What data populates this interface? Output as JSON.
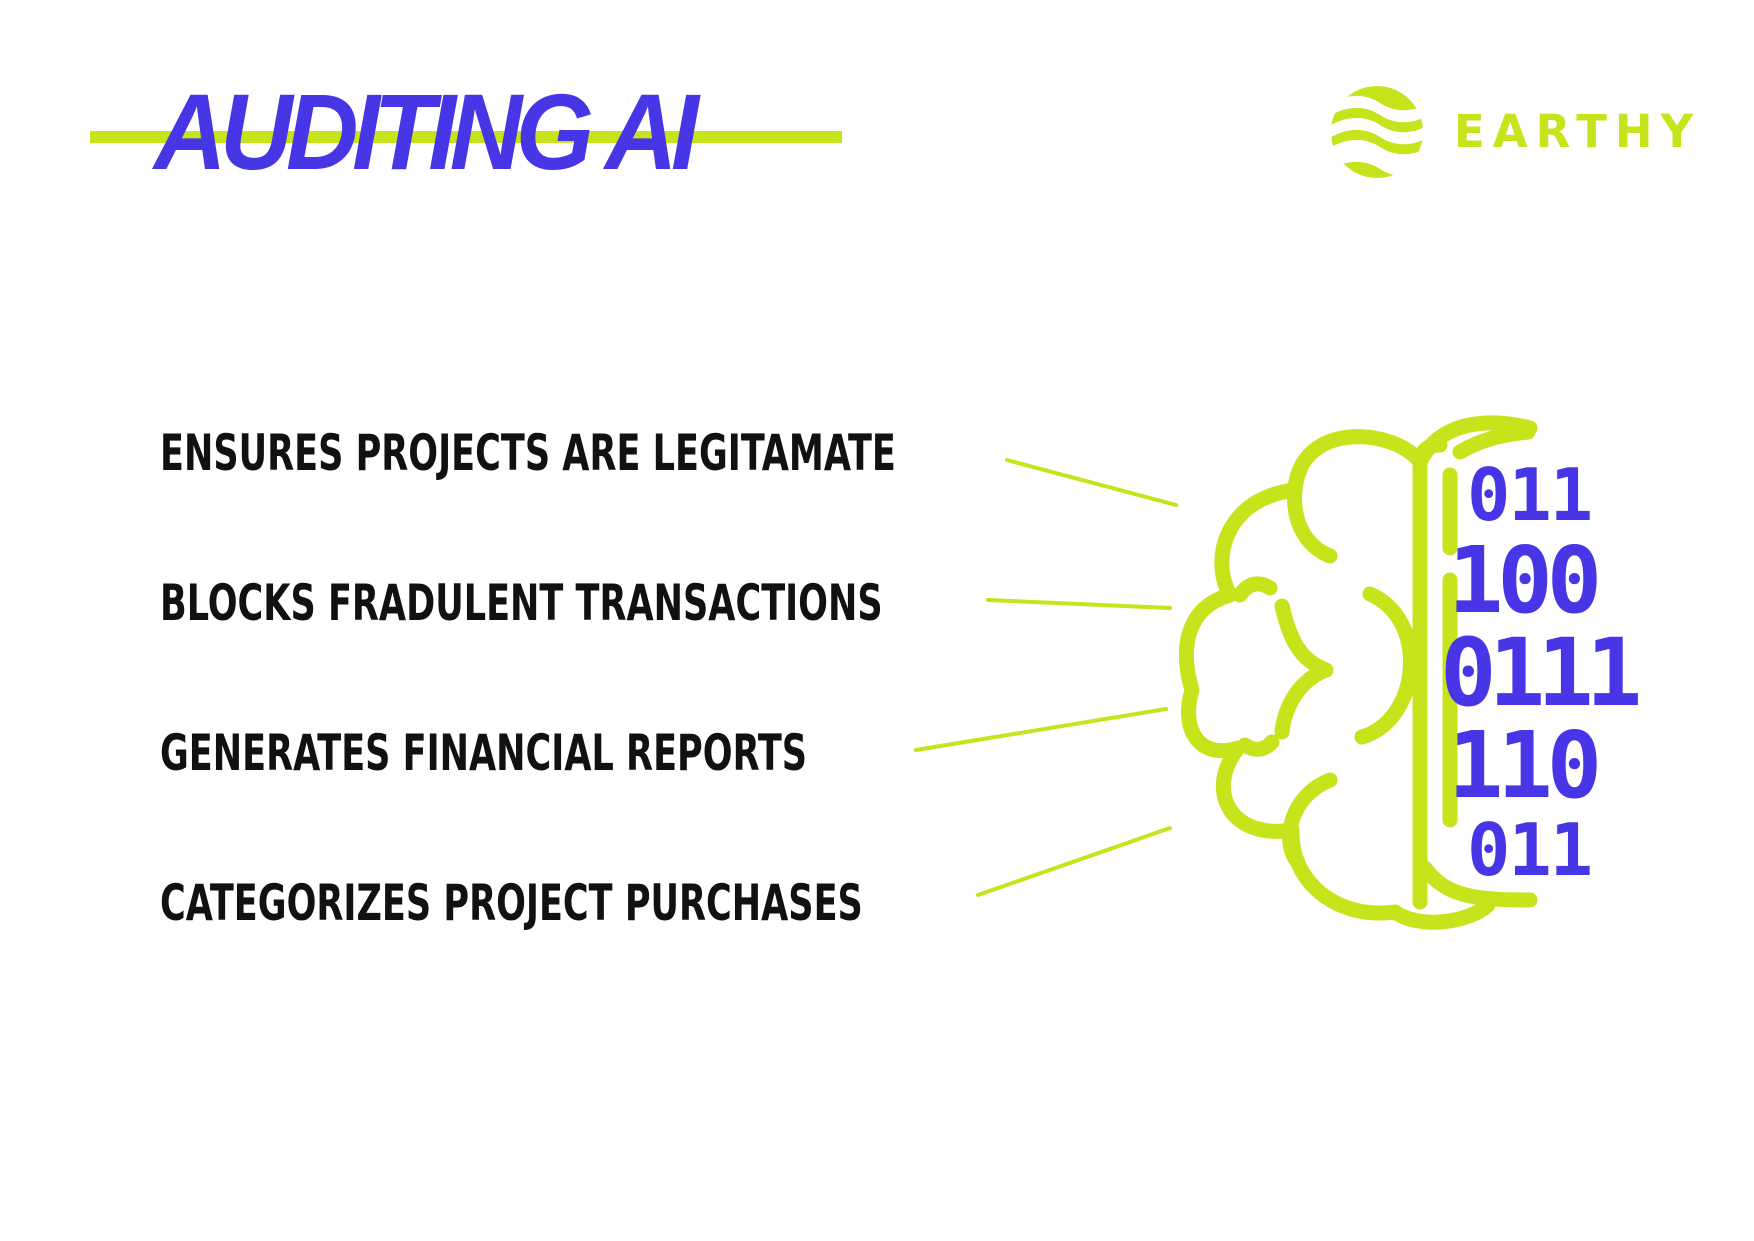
{
  "title": "AUDITING AI",
  "brand": {
    "name": "EARTHY"
  },
  "features": [
    "ENSURES PROJECTS ARE LEGITAMATE",
    "BLOCKS FRADULENT TRANSACTIONS",
    "GENERATES FINANCIAL REPORTS",
    "CATEGORIZES PROJECT PURCHASES"
  ],
  "binary_rows": [
    "011",
    "100",
    "0111",
    "110",
    "011"
  ],
  "colors": {
    "accent_lime": "#c6e31b",
    "accent_blue": "#4636e5",
    "text": "#111111",
    "background": "#ffffff"
  },
  "icons": [
    "earthy-logo-icon",
    "brain-icon"
  ]
}
